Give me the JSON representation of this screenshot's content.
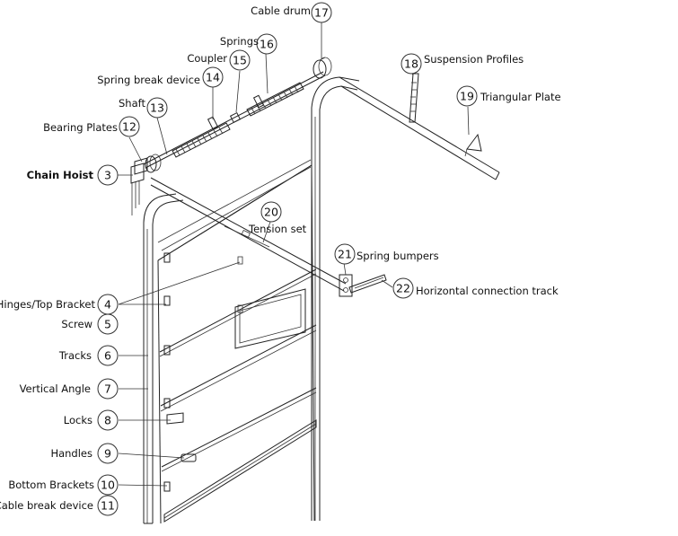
{
  "labels": [
    {
      "id": "3",
      "text": "Chain Hoist",
      "bold": true
    },
    {
      "id": "4",
      "text": "Hinges/Top Bracket"
    },
    {
      "id": "5",
      "text": "Screw"
    },
    {
      "id": "6",
      "text": "Tracks"
    },
    {
      "id": "7",
      "text": "Vertical Angle"
    },
    {
      "id": "8",
      "text": "Locks"
    },
    {
      "id": "9",
      "text": "Handles"
    },
    {
      "id": "10",
      "text": "Bottom Brackets"
    },
    {
      "id": "11",
      "text": "Cable break device"
    },
    {
      "id": "12",
      "text": "Bearing Plates"
    },
    {
      "id": "13",
      "text": "Shaft"
    },
    {
      "id": "14",
      "text": "Spring break device"
    },
    {
      "id": "15",
      "text": "Coupler"
    },
    {
      "id": "16",
      "text": "Springs"
    },
    {
      "id": "17",
      "text": "Cable drum"
    },
    {
      "id": "18",
      "text": "Suspension Profiles"
    },
    {
      "id": "19",
      "text": "Triangular Plate"
    },
    {
      "id": "20",
      "text": "Tension set"
    },
    {
      "id": "21",
      "text": "Spring bumpers"
    },
    {
      "id": "22",
      "text": "Horizontal connection track"
    }
  ]
}
